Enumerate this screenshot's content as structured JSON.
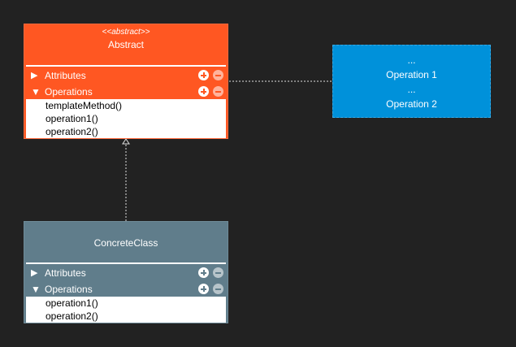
{
  "abstract_class": {
    "stereotype": "<<abstract>>",
    "name": "Abstract",
    "attributes_label": "Attributes",
    "operations_label": "Operations",
    "operations": [
      "templateMethod()",
      "operation1()",
      "operation2()"
    ],
    "collapsed_icon": "triangle-right-icon",
    "expanded_icon": "triangle-down-icon",
    "color": "#ff5722"
  },
  "concrete_class": {
    "name": "ConcreteClass",
    "attributes_label": "Attributes",
    "operations_label": "Operations",
    "operations": [
      "operation1()",
      "operation2()"
    ],
    "color": "#607d8b"
  },
  "note": {
    "lines": [
      "...",
      "Operation 1",
      "...",
      "Operation 2"
    ],
    "color": "#0091da"
  },
  "icons": {
    "add": "plus-circle-icon",
    "remove": "minus-circle-icon",
    "expand": "triangle-right-icon",
    "collapse": "triangle-down-icon"
  },
  "background_color": "#222222"
}
